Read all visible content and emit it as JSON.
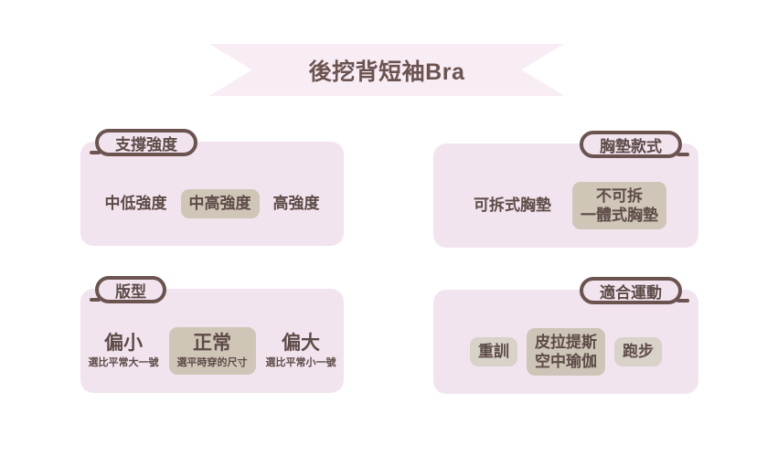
{
  "banner": {
    "title": "後挖背短袖Bra"
  },
  "colors": {
    "page_background": "#ffffff",
    "banner_background": "#f8ecf5",
    "card_background": "#f2e4ef",
    "outline": "#6b5450",
    "text": "#5d4b47",
    "selected_chip": "#cfc6b8",
    "chip": "#d9d2c8"
  },
  "cards": [
    {
      "label": "支撐強度",
      "label_align": "left",
      "style": "plain",
      "options": [
        {
          "main": "中低強度",
          "sub": "",
          "selected": false
        },
        {
          "main": "中高強度",
          "sub": "",
          "selected": true
        },
        {
          "main": "高強度",
          "sub": "",
          "selected": false
        }
      ]
    },
    {
      "label": "胸墊款式",
      "label_align": "right",
      "style": "plain",
      "options": [
        {
          "main": "可拆式胸墊",
          "sub": "",
          "selected": false
        },
        {
          "main": "不可拆",
          "sub": "一體式胸墊",
          "selected": true
        }
      ]
    },
    {
      "label": "版型",
      "label_align": "left",
      "style": "two-line",
      "options": [
        {
          "main": "偏小",
          "sub": "選比平常大一號",
          "selected": false
        },
        {
          "main": "正常",
          "sub": "選平時穿的尺寸",
          "selected": true
        },
        {
          "main": "偏大",
          "sub": "選比平常小一號",
          "selected": false
        }
      ]
    },
    {
      "label": "適合運動",
      "label_align": "right",
      "style": "chips",
      "options": [
        {
          "main": "重訓",
          "sub": "",
          "selected": false
        },
        {
          "main": "皮拉提斯",
          "sub": "空中瑜伽",
          "selected": true
        },
        {
          "main": "跑步",
          "sub": "",
          "selected": false
        }
      ]
    }
  ]
}
